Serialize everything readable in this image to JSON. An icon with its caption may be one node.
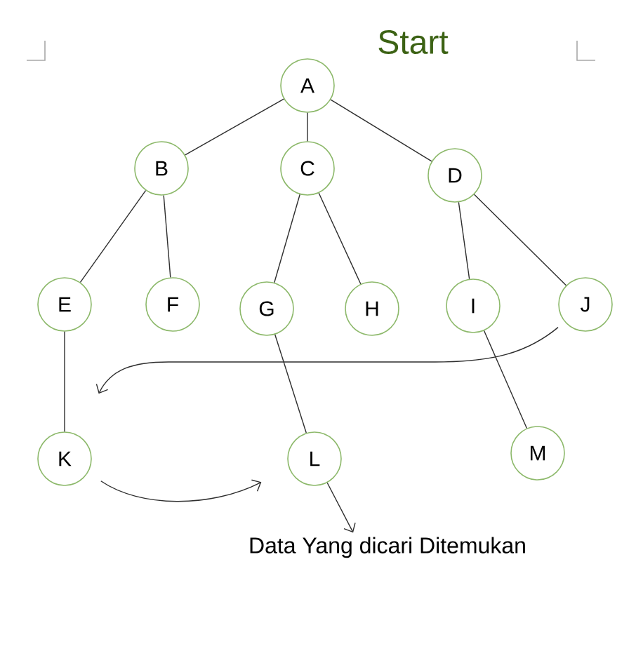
{
  "diagram": {
    "title": "Start",
    "nodes": [
      {
        "text": [
          "A"
        ]
      },
      {
        "text": [
          "B"
        ]
      },
      {
        "text": [
          "C"
        ]
      },
      {
        "text": [
          "D"
        ]
      },
      {
        "text": [
          "E"
        ]
      },
      {
        "text": [
          "F"
        ]
      },
      {
        "text": [
          "G"
        ]
      },
      {
        "text": [
          "H"
        ]
      },
      {
        "text": [
          "I"
        ]
      },
      {
        "text": [
          "J"
        ]
      },
      {
        "text": [
          "K"
        ]
      },
      {
        "text": [
          "L"
        ]
      },
      {
        "text": [
          "M"
        ]
      },
      {
        "text": [
          "Data Yang dicari Ditemukan"
        ]
      }
    ],
    "edges": [
      {
        "from": 0,
        "to": 1,
        "arrow": "none"
      },
      {
        "from": 0,
        "to": 2,
        "arrow": "none"
      },
      {
        "from": 0,
        "to": 3,
        "arrow": "none"
      },
      {
        "from": 1,
        "to": 4,
        "arrow": "none"
      },
      {
        "from": 1,
        "to": 5,
        "arrow": "none"
      },
      {
        "from": 2,
        "to": 6,
        "arrow": "none"
      },
      {
        "from": 2,
        "to": 7,
        "arrow": "none"
      },
      {
        "from": 3,
        "to": 8,
        "arrow": "none"
      },
      {
        "from": 3,
        "to": 9,
        "arrow": "none"
      },
      {
        "from": 4,
        "to": 10,
        "arrow": "none"
      },
      {
        "from": 6,
        "to": 11,
        "arrow": "none"
      },
      {
        "from": 8,
        "to": 12,
        "arrow": "none"
      },
      {
        "from": 9,
        "to": 10,
        "arrow": "to"
      },
      {
        "from": 10,
        "to": 11,
        "arrow": "to"
      },
      {
        "from": 11,
        "to": 13,
        "arrow": "to"
      }
    ]
  }
}
